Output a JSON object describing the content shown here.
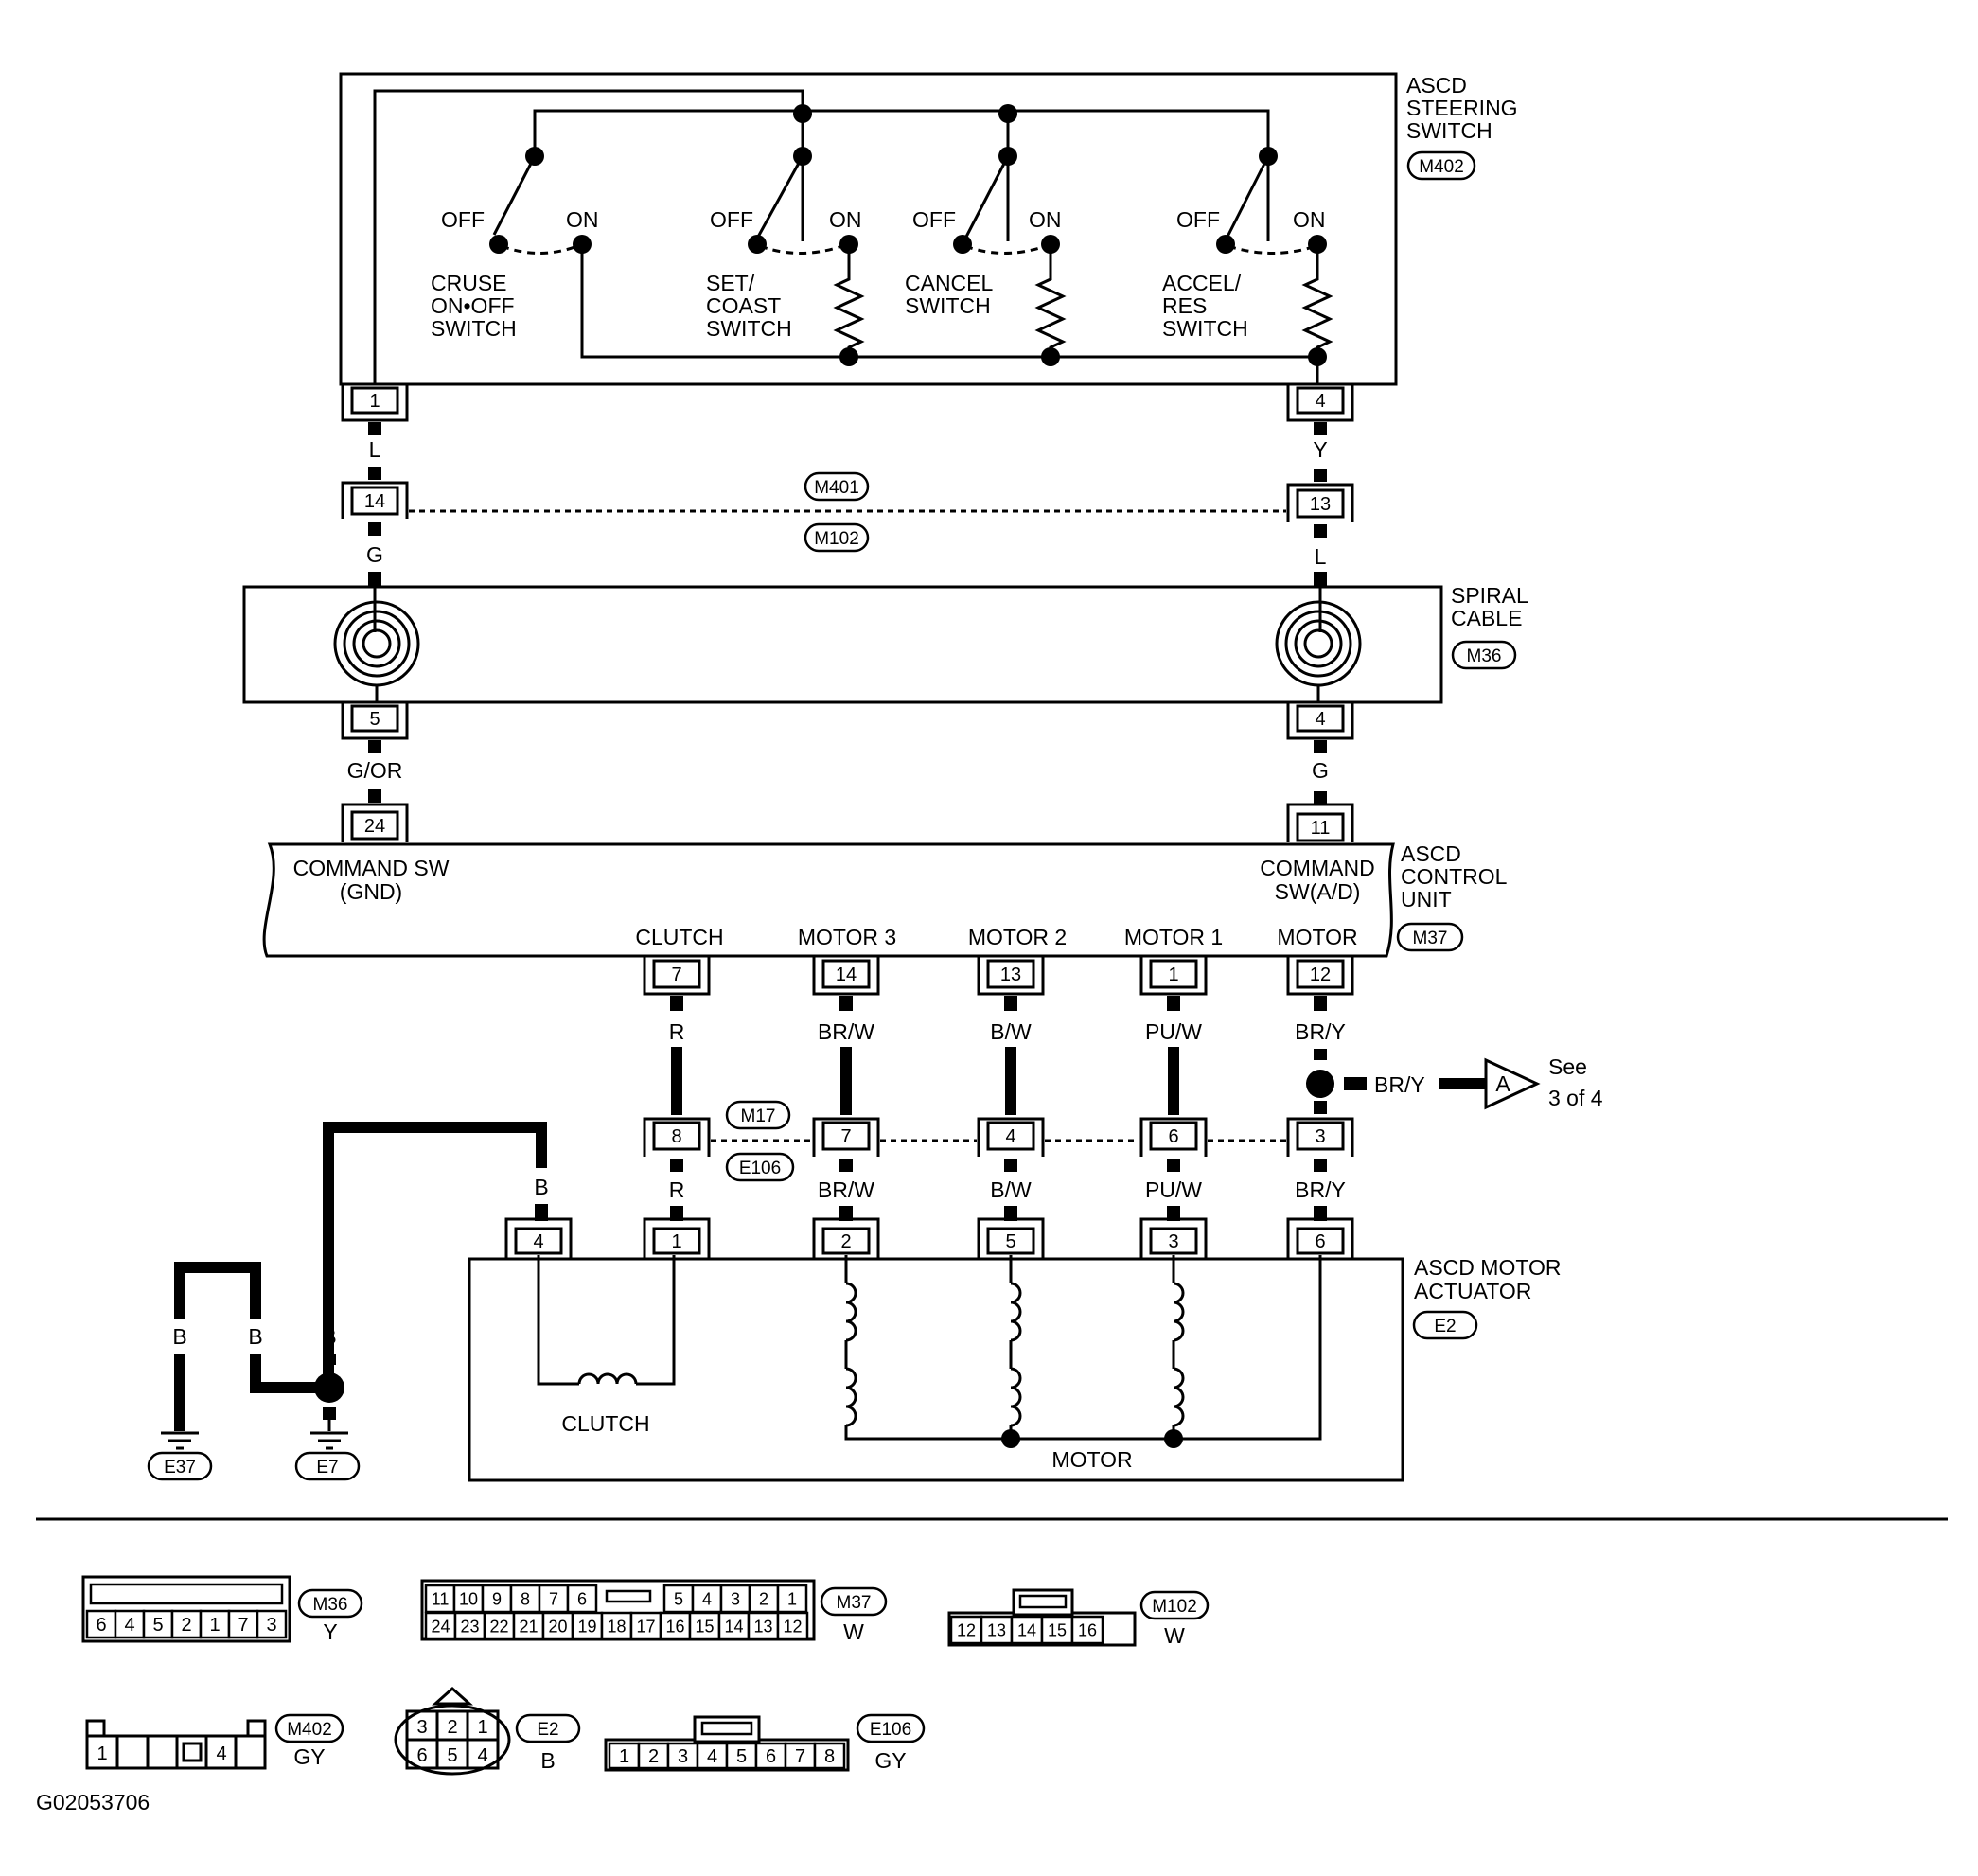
{
  "steering_switch": {
    "title": [
      "ASCD",
      "STEERING",
      "SWITCH"
    ],
    "connector": "M402",
    "switches": [
      {
        "off": "OFF",
        "on": "ON",
        "label": [
          "CRUSE",
          "ON•OFF",
          "SWITCH"
        ]
      },
      {
        "off": "OFF",
        "on": "ON",
        "label": [
          "SET/",
          "COAST",
          "SWITCH"
        ]
      },
      {
        "off": "OFF",
        "on": "ON",
        "label": [
          "CANCEL",
          "SWITCH"
        ]
      },
      {
        "off": "OFF",
        "on": "ON",
        "label": [
          "ACCEL/",
          "RES",
          "SWITCH"
        ]
      }
    ],
    "pins": [
      "1",
      "4"
    ]
  },
  "wires_top": {
    "left": "L",
    "right": "Y"
  },
  "joint_1": {
    "left_pin": "14",
    "right_pin": "13",
    "conn_a": "M401",
    "conn_b": "M102"
  },
  "wires_mid": {
    "left": "G",
    "right": "L"
  },
  "spiral_cable": {
    "title": [
      "SPIRAL",
      "CABLE"
    ],
    "connector": "M36",
    "pins": [
      "5",
      "4"
    ]
  },
  "wires_low": {
    "left": "G/OR",
    "right": "G"
  },
  "control_unit": {
    "title": [
      "ASCD",
      "CONTROL",
      "UNIT"
    ],
    "connector": "M37",
    "top_pins": [
      "24",
      "11"
    ],
    "labels": {
      "cmd_gnd": [
        "COMMAND SW",
        "(GND)"
      ],
      "cmd_ad": [
        "COMMAND",
        "SW(A/D)"
      ]
    },
    "outputs": [
      {
        "label": "CLUTCH",
        "pin": "7"
      },
      {
        "label": "MOTOR 3",
        "pin": "14"
      },
      {
        "label": "MOTOR 2",
        "pin": "13"
      },
      {
        "label": "MOTOR 1",
        "pin": "1"
      },
      {
        "label": "MOTOR",
        "pin": "12"
      }
    ]
  },
  "wires_out": [
    "R",
    "BR/W",
    "B/W",
    "PU/W",
    "BR/Y"
  ],
  "branch": {
    "wire": "BR/Y",
    "arrow": "A",
    "see": [
      "See",
      "3 of 4"
    ]
  },
  "joint_2": {
    "pins": [
      "8",
      "7",
      "4",
      "6",
      "3"
    ],
    "conn_a": "M17",
    "conn_b": "E106"
  },
  "wires_act": [
    "R",
    "BR/W",
    "B/W",
    "PU/W",
    "BR/Y"
  ],
  "ground": {
    "wire": "B",
    "left_wire": "B",
    "mid_wire": "B",
    "right_wire": "B",
    "grounds": [
      "E37",
      "E7"
    ]
  },
  "actuator": {
    "title": [
      "ASCD MOTOR",
      "ACTUATOR"
    ],
    "connector": "E2",
    "pins": [
      "4",
      "1",
      "2",
      "5",
      "3",
      "6"
    ],
    "clutch": "CLUTCH",
    "motor": "MOTOR"
  },
  "connectors": {
    "m36": {
      "id": "M36",
      "color": "Y",
      "row": [
        "6",
        "4",
        "5",
        "2",
        "1",
        "7",
        "3"
      ]
    },
    "m37": {
      "id": "M37",
      "color": "W",
      "top_left": [
        "11",
        "10",
        "9",
        "8",
        "7",
        "6"
      ],
      "top_right": [
        "5",
        "4",
        "3",
        "2",
        "1"
      ],
      "bottom": [
        "24",
        "23",
        "22",
        "21",
        "20",
        "19",
        "18",
        "17",
        "16",
        "15",
        "14",
        "13",
        "12"
      ]
    },
    "m102": {
      "id": "M102",
      "color": "W",
      "row": [
        "12",
        "13",
        "14",
        "15",
        "16"
      ]
    },
    "m402": {
      "id": "M402",
      "color": "GY",
      "pins": [
        "1",
        "4"
      ]
    },
    "e2": {
      "id": "E2",
      "color": "B",
      "top": [
        "3",
        "2",
        "1"
      ],
      "bottom": [
        "6",
        "5",
        "4"
      ]
    },
    "e106": {
      "id": "E106",
      "color": "GY",
      "row": [
        "1",
        "2",
        "3",
        "4",
        "5",
        "6",
        "7",
        "8"
      ]
    }
  },
  "figure_id": "G02053706"
}
